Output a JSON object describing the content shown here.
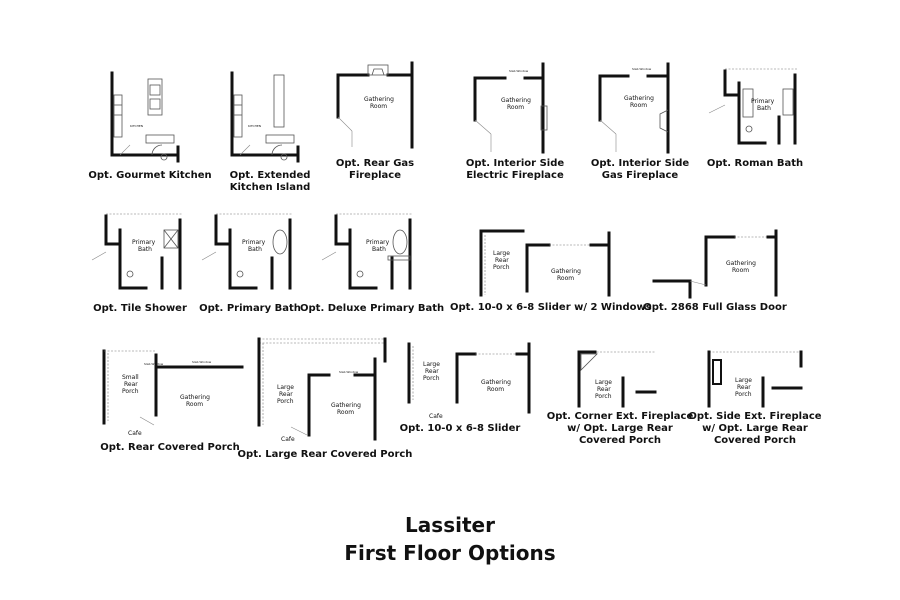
{
  "title": {
    "line1": "Lassiter",
    "line2": "First Floor Options"
  },
  "rooms": {
    "gathering": "Gathering Room",
    "primary_bath": "Primary Bath",
    "large_rear_porch": "Large Rear Porch",
    "small_rear_porch": "Small Rear Porch",
    "cafe": "Cafe",
    "kitchen": "KITCHEN",
    "slab_window": "Slab Window"
  },
  "options": [
    "Opt. Gourmet Kitchen",
    "Opt. Extended Kitchen Island",
    "Opt. Rear Gas Fireplace",
    "Opt. Interior Side Electric Fireplace",
    "Opt. Interior Side Gas Fireplace",
    "Opt. Roman Bath",
    "Opt. Tile Shower",
    "Opt. Primary Bath",
    "Opt. Deluxe Primary Bath",
    "Opt. 10-0 x 6-8 Slider w/ 2 Windows",
    "Opt. 2868 Full Glass Door",
    "Opt. Rear Covered Porch",
    "Opt. Large Rear Covered Porch",
    "Opt. 10-0 x 6-8 Slider",
    "Opt. Corner Ext. Fireplace w/ Opt. Large Rear Covered Porch",
    "Opt. Side Ext. Fireplace w/ Opt. Large Rear Covered Porch"
  ],
  "caption_lines": {
    "o1": [
      "Opt. Extended",
      "Kitchen Island"
    ],
    "o2": [
      "Opt. Rear Gas",
      "Fireplace"
    ],
    "o3": [
      "Opt. Interior Side",
      "Electric Fireplace"
    ],
    "o4": [
      "Opt. Interior Side",
      "Gas Fireplace"
    ],
    "o14": [
      "Opt. Corner Ext. Fireplace",
      "w/ Opt. Large Rear",
      "Covered Porch"
    ],
    "o15": [
      "Opt. Side Ext. Fireplace",
      "w/ Opt. Large Rear",
      "Covered Porch"
    ]
  }
}
